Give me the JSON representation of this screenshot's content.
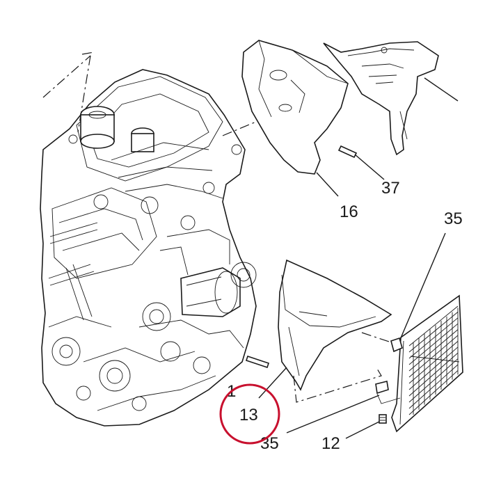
{
  "labels": {
    "p16": "16",
    "p37": "37",
    "p35_top": "35",
    "p13": "13",
    "p35_bottom": "35",
    "p12": "12",
    "p1": "1"
  },
  "colors": {
    "ink": "#1a1a1a",
    "highlight_circle": "#c8102e",
    "background": "#ffffff"
  }
}
